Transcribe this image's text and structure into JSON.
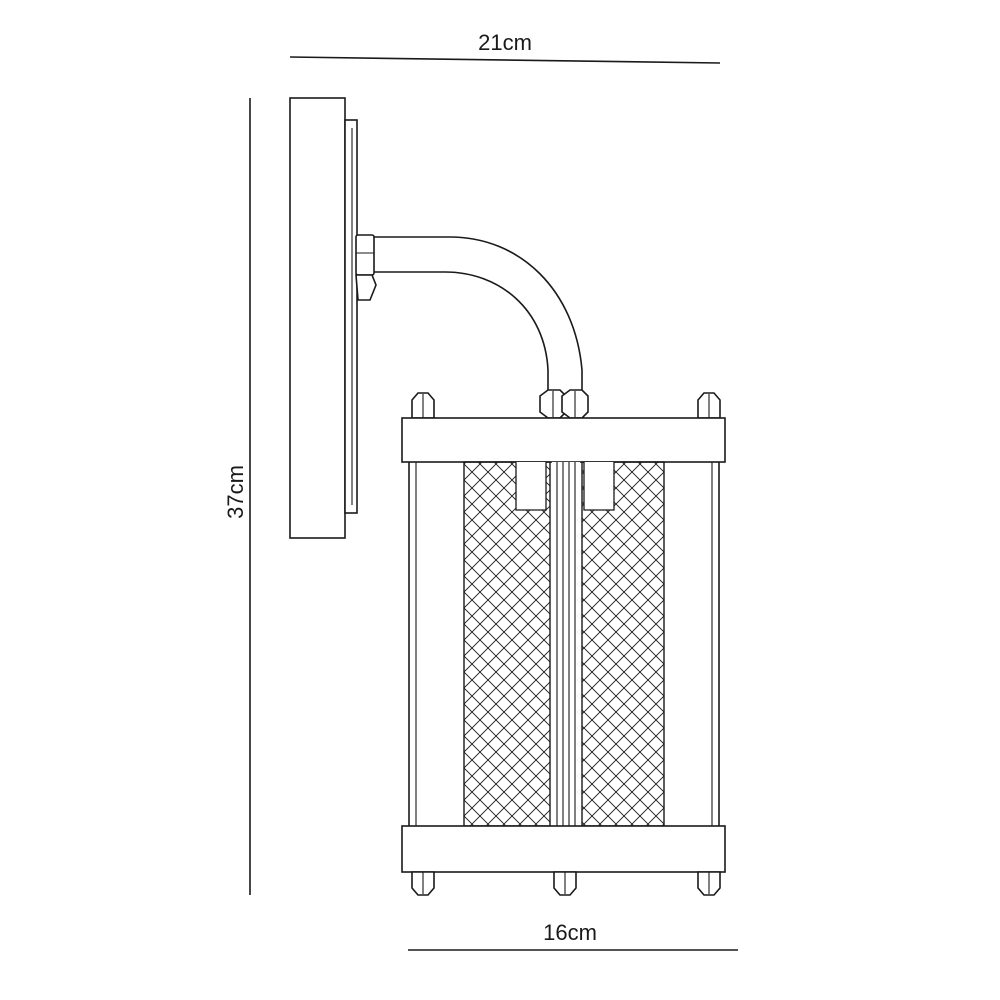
{
  "dimensions": {
    "width_label": "21cm",
    "height_label": "37cm",
    "base_label": "16cm"
  }
}
